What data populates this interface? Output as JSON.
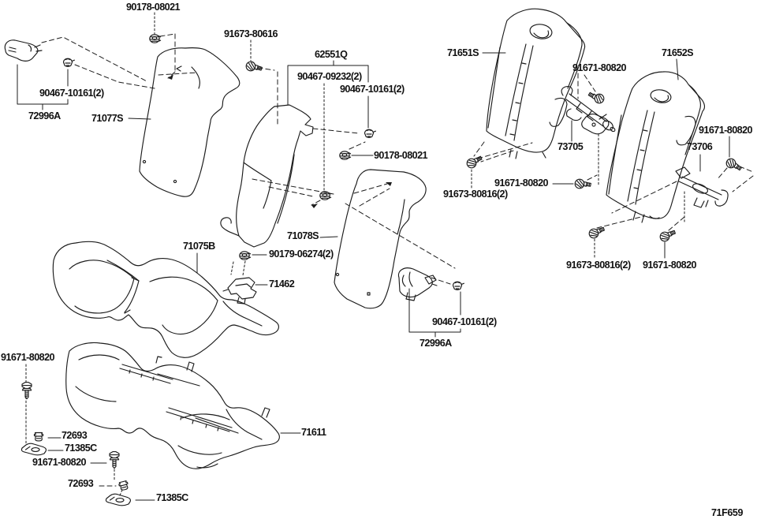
{
  "part_labels": [
    "90178-08021",
    "91673-80616",
    "62551Q",
    "90467-09232(2)",
    "90467-10161(2)",
    "71651S",
    "91671-80820",
    "71652S",
    "91671-80820",
    "90467-10161(2)",
    "72996A",
    "71077S",
    "90178-08021",
    "73705",
    "73706",
    "91673-80816(2)",
    "91671-80820",
    "71078S",
    "71075B",
    "90179-06274(2)",
    "71462",
    "91673-80816(2)",
    "91671-80820",
    "90467-10161(2)",
    "72996A",
    "91671-80820",
    "72693",
    "71385C",
    "91671-80820",
    "71611",
    "72693",
    "71385C"
  ],
  "footer": {
    "diagram_code": "71F659"
  },
  "colors": {
    "background": "#ffffff",
    "line": "#1c1c1c",
    "text": "#111111"
  }
}
